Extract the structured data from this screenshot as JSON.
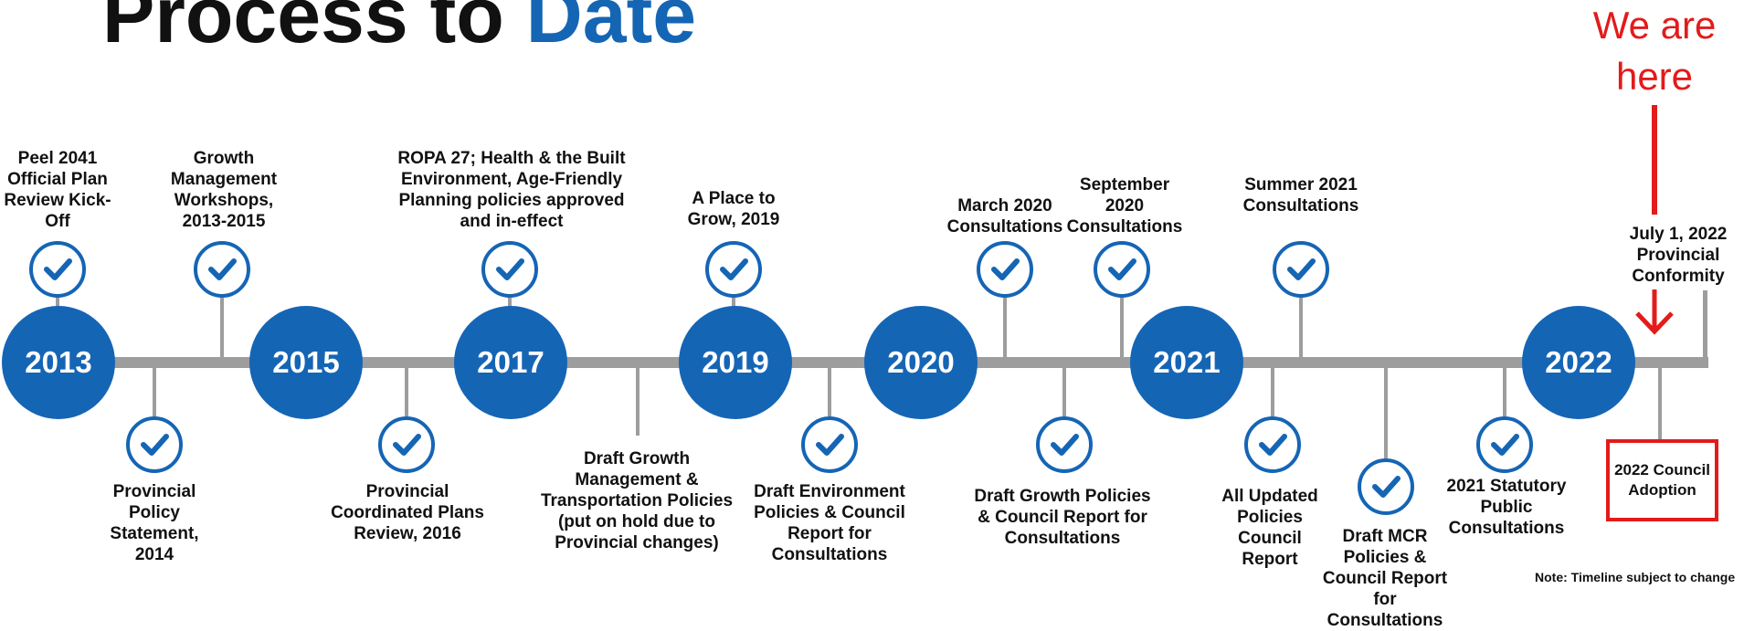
{
  "title": {
    "prefix": "Process to",
    "accent": "Date"
  },
  "marker": {
    "text_line1": "We are",
    "text_line2": "here"
  },
  "years": [
    "2013",
    "2015",
    "2017",
    "2019",
    "2020",
    "2021",
    "2022"
  ],
  "milestones_above": [
    "Peel 2041 Official Plan Review Kick-Off",
    "Growth Management Workshops, 2013-2015",
    "ROPA 27; Health & the Built Environment, Age-Friendly Planning policies approved and in-effect",
    "A Place to Grow, 2019",
    "March 2020 Consultations",
    "September 2020 Consultations",
    "Summer 2021 Consultations",
    "July 1, 2022 Provincial Conformity"
  ],
  "milestones_below": [
    "Provincial Policy Statement, 2014",
    "Provincial Coordinated Plans Review, 2016",
    "Draft Growth Management & Transportation Policies (put on hold due to Provincial changes)",
    "Draft Environment Policies & Council Report for Consultations",
    "Draft Growth Policies & Council Report for Consultations",
    "All Updated Policies Council Report",
    "Draft MCR Policies & Council Report for Consultations",
    "2021 Statutory Public Consultations",
    "2022 Council Adoption"
  ],
  "note": "Note: Timeline subject to change",
  "colors": {
    "blue": "#1565b5",
    "gray": "#9d9d9d",
    "red": "#e31b1b"
  }
}
